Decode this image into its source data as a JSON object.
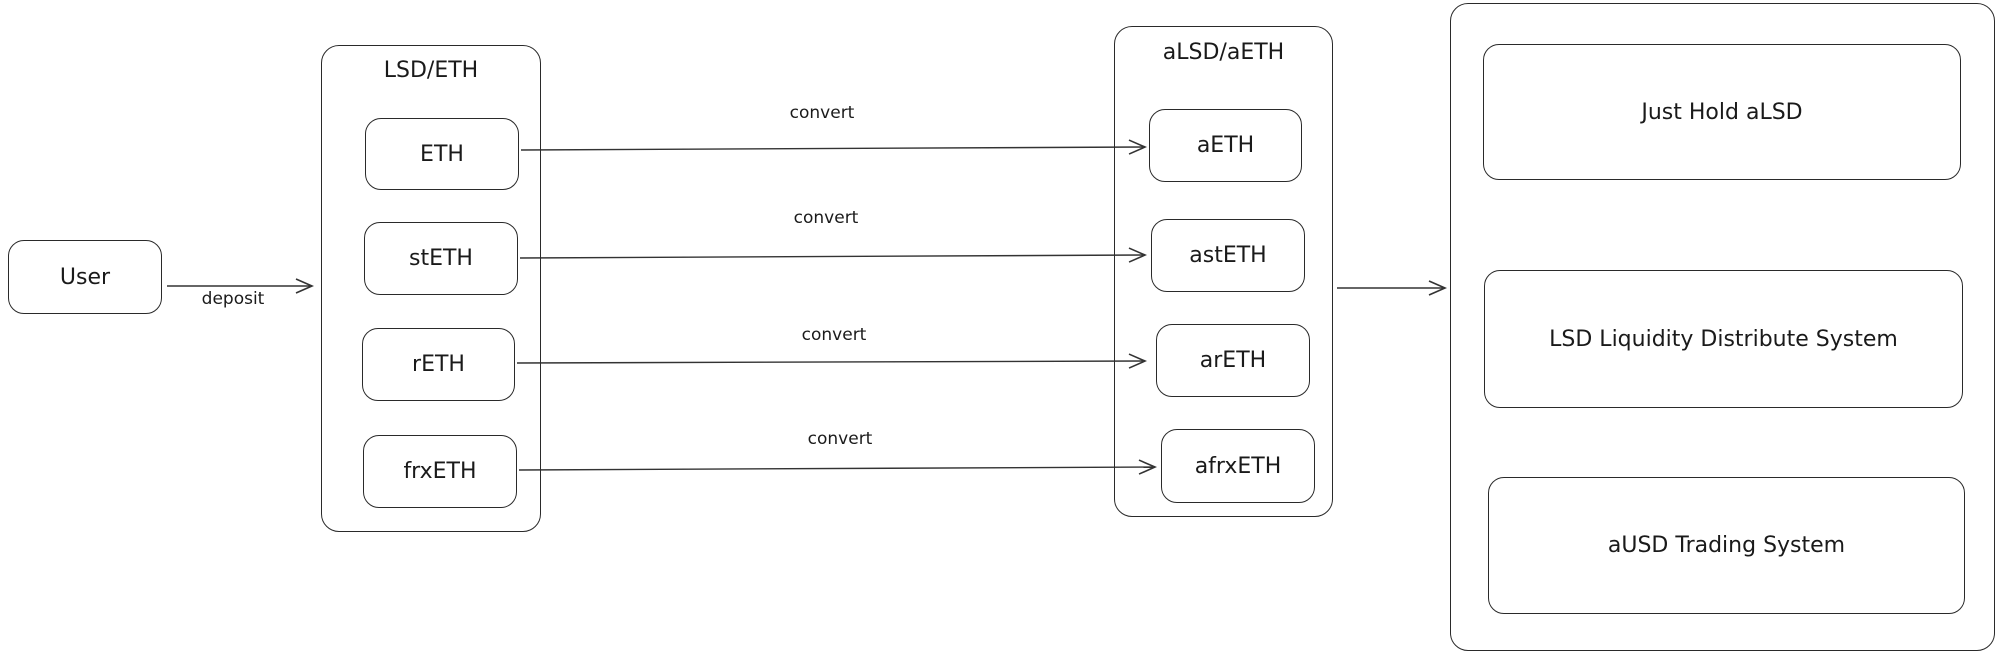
{
  "user": {
    "label": "User"
  },
  "deposit_label": "deposit",
  "lsd_group": {
    "title": "LSD/ETH",
    "items": [
      "ETH",
      "stETH",
      "rETH",
      "frxETH"
    ]
  },
  "convert_labels": [
    "convert",
    "convert",
    "convert",
    "convert"
  ],
  "alsd_group": {
    "title": "aLSD/aETH",
    "items": [
      "aETH",
      "astETH",
      "arETH",
      "afrxETH"
    ]
  },
  "systems": [
    "Just Hold aLSD",
    "LSD Liquidity Distribute System",
    "aUSD Trading System"
  ]
}
